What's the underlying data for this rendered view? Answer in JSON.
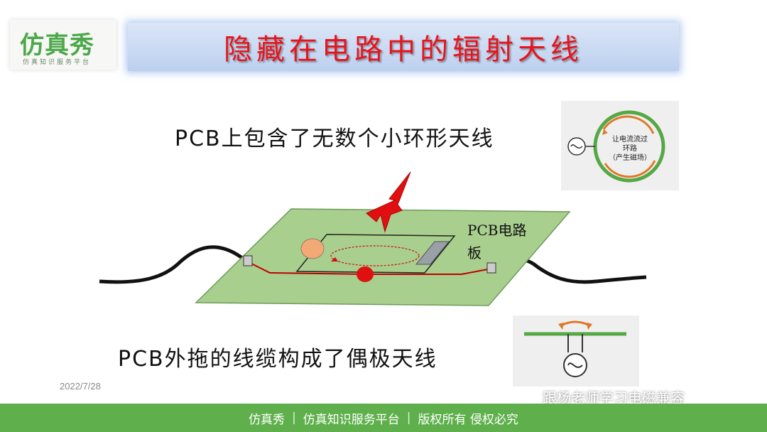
{
  "logo": {
    "name": "仿真秀",
    "tagline": "仿真知识服务平台"
  },
  "title": "隐藏在电路中的辐射天线",
  "captions": {
    "top": "PCB上包含了无数个小环形天线",
    "bottom": "PCB外拖的线缆构成了偶极天线"
  },
  "pcb_label": {
    "line1": "PCB电路",
    "line2": "板"
  },
  "inset_loop": {
    "line1": "让电流流过",
    "line2": "环路",
    "line3": "（产生磁场）"
  },
  "date": "2022/7/28",
  "watermark": "跟杨老师学习电磁兼容",
  "footer": {
    "brand": "仿真秀",
    "platform": "仿真知识服务平台",
    "rights": "版权所有 侵权必究",
    "separator": "|"
  },
  "colors": {
    "title_red": "#e8141c",
    "pcb_green": "#a8cf8e",
    "footer_green": "#5fb04c",
    "trace_red": "#c00000"
  }
}
